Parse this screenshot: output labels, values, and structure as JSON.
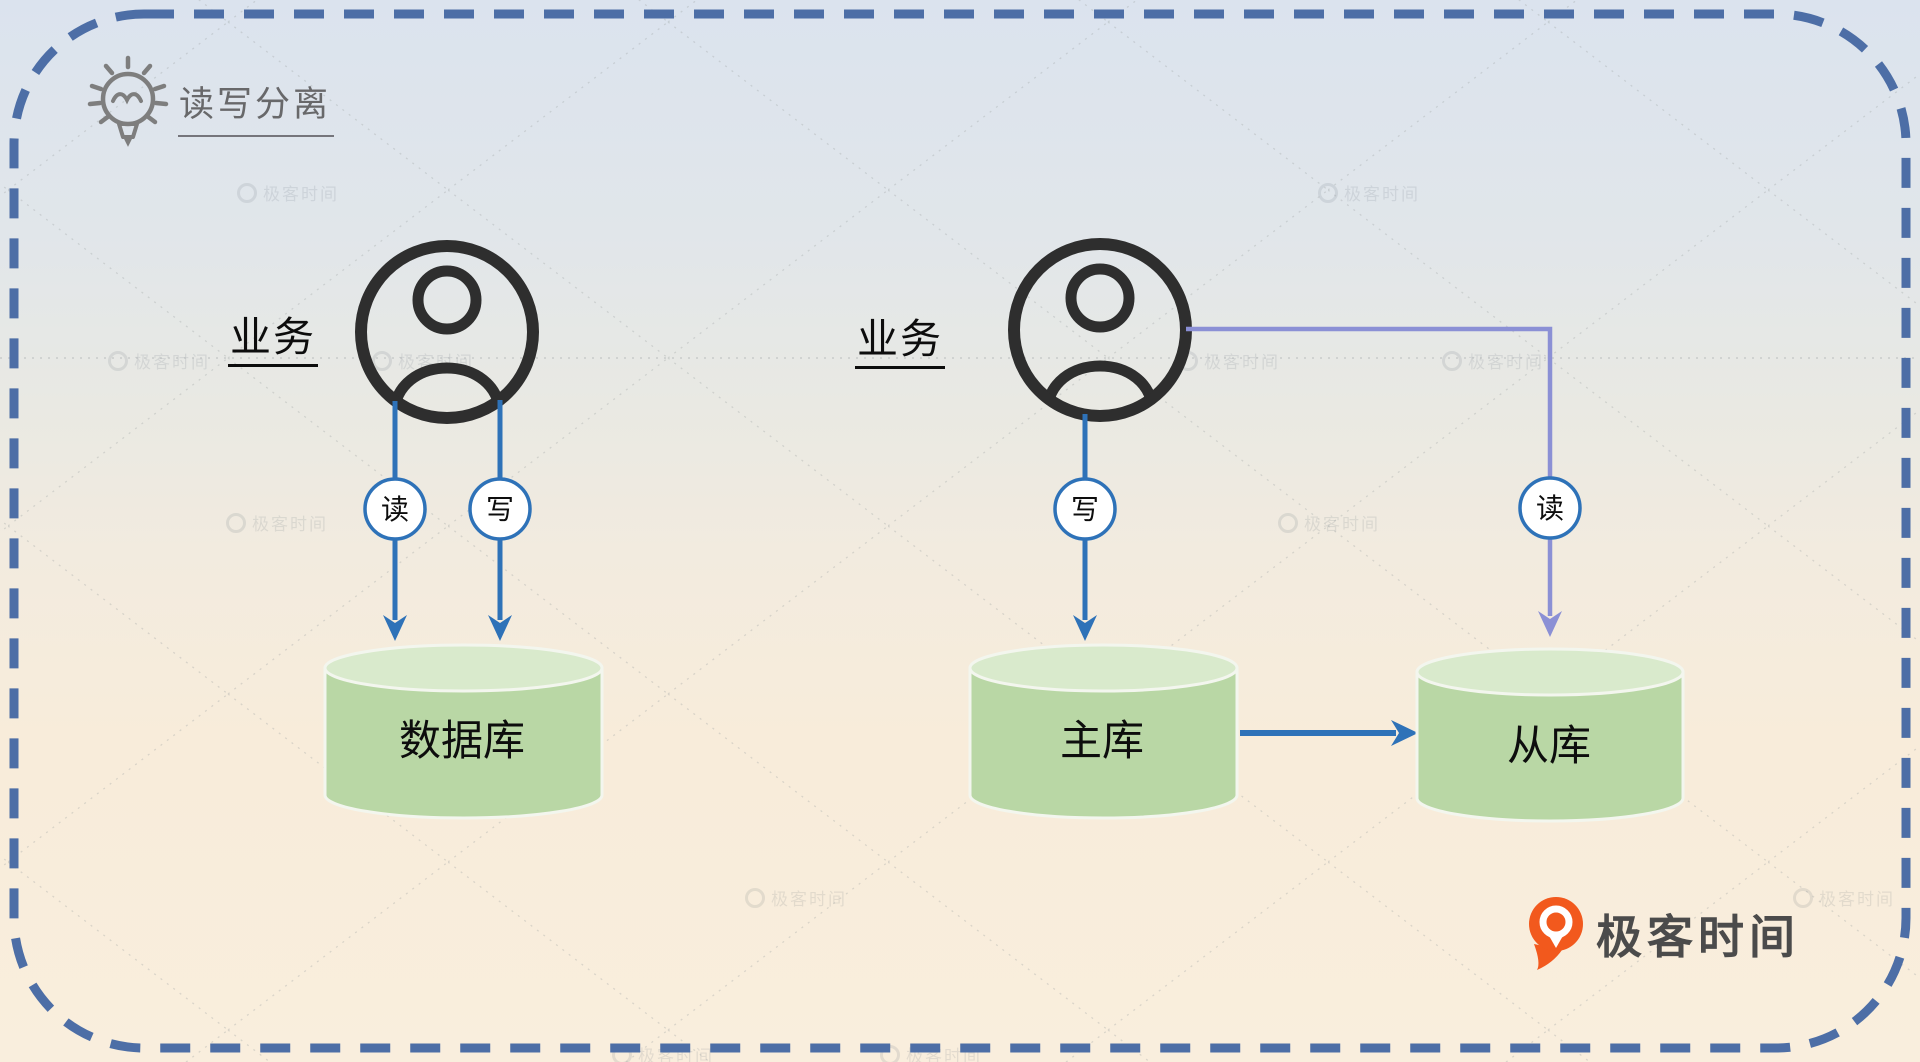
{
  "diagram": {
    "title": "读写分离",
    "watermark_text": "极客时间",
    "brand": {
      "name": "极客时间"
    },
    "left_group": {
      "actor": "业务",
      "read": "读",
      "write": "写",
      "database": "数据库"
    },
    "right_group": {
      "actor": "业务",
      "write": "写",
      "read": "读",
      "master": "主库",
      "slave": "从库"
    },
    "colors": {
      "arrow_blue": "#2e72b8",
      "replication_purple": "#8b90d5",
      "cylinder_body_green": "#b9d7a5",
      "cylinder_top_green": "#d9eacc",
      "border_dash_blue": "#4d6ea6",
      "brand_orange": "#f2591d",
      "title_gray": "#68686a"
    }
  }
}
